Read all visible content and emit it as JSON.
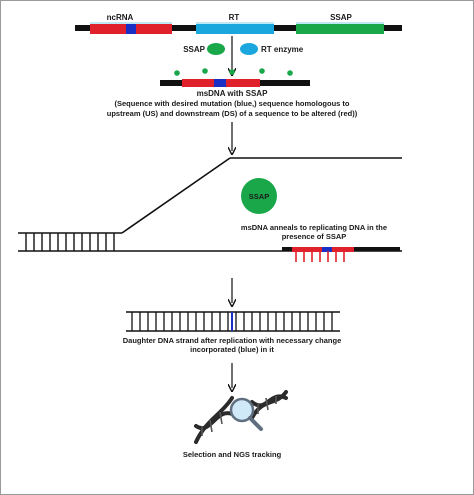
{
  "top_construct": {
    "labels": {
      "ncrna": "ncRNA",
      "rt": "RT",
      "ssap": "SSAP"
    },
    "colors": {
      "ncrna": "#e0202a",
      "mutation": "#1a2fc4",
      "rt": "#1aa7de",
      "ssap": "#1aa74a",
      "backbone": "#111111"
    }
  },
  "expression_step": {
    "ssap_label": "SSAP",
    "rt_enzyme_label": "RT enzyme"
  },
  "msdna": {
    "title": "msDNA with SSAP",
    "description_line1": "(Sequence with desired mutation (blue,) sequence homologous to",
    "description_line2": "upstream (US) and downstream (DS) of a sequence to be altered (red))"
  },
  "replication_fork": {
    "ssap_bubble_label": "SSAP",
    "caption_line1": "msDNA anneals to replicating DNA in the",
    "caption_line2": "presence of SSAP"
  },
  "daughter_strand": {
    "caption_line1": "Daughter DNA strand after replication with necessary change",
    "caption_line2": "incorporated (blue) in it"
  },
  "final_step": {
    "caption": "Selection and NGS tracking",
    "icon": "dna-helix-magnifier-icon"
  }
}
